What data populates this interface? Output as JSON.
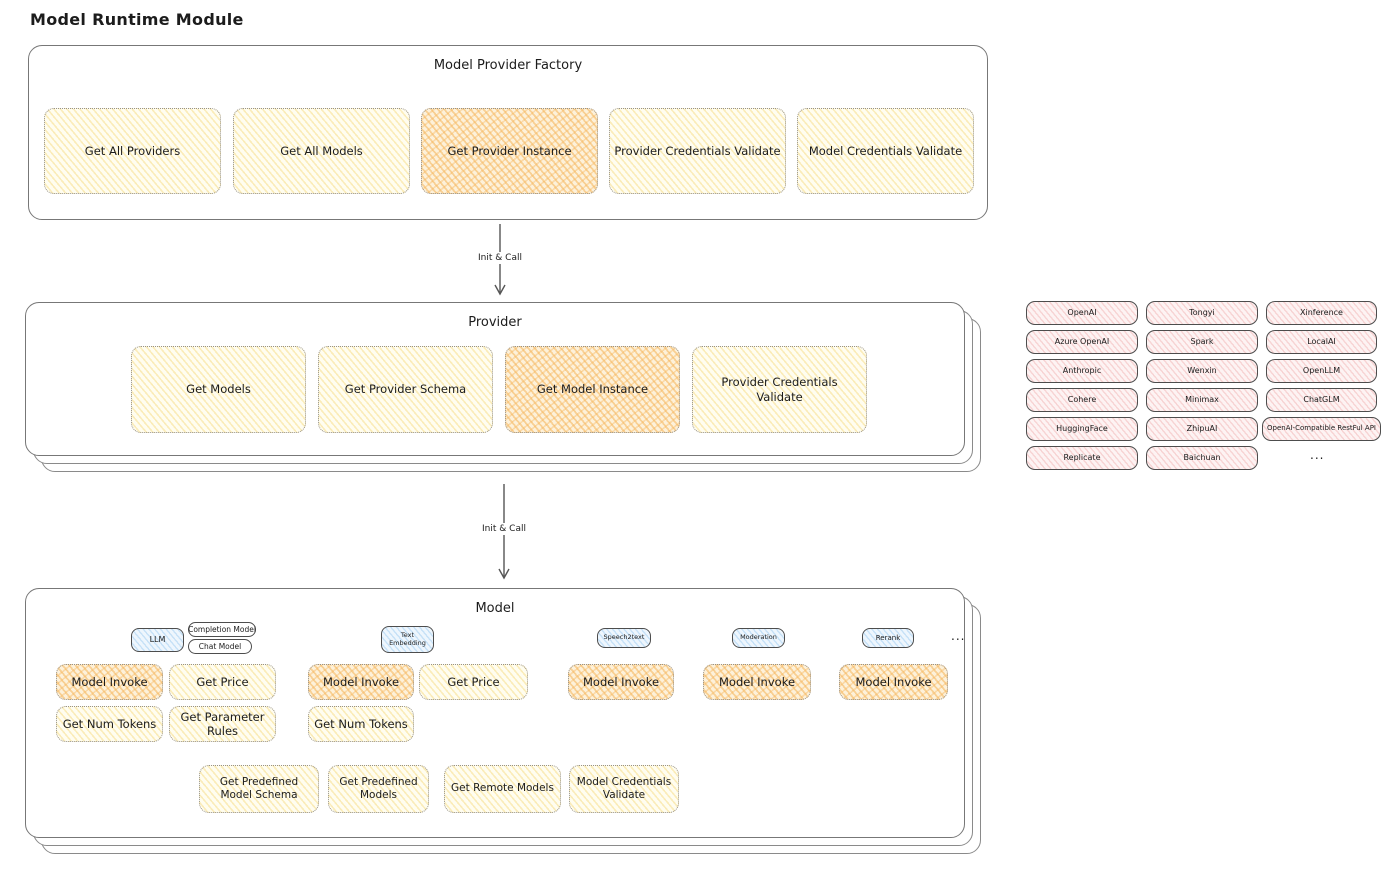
{
  "title": "Model Runtime Module",
  "colors": {
    "yellow": "#fff9db",
    "orange": "#ffd8a8",
    "pink": "#ffe3e3",
    "blue": "#d0ebff",
    "ink": "#1c1c1c"
  },
  "flow": {
    "arrow1_label": "Init & Call",
    "arrow2_label": "Init & Call"
  },
  "factory": {
    "title": "Model Provider Factory",
    "items": [
      {
        "label": "Get All Providers",
        "highlighted": false
      },
      {
        "label": "Get All Models",
        "highlighted": false
      },
      {
        "label": "Get Provider Instance",
        "highlighted": true
      },
      {
        "label": "Provider Credentials Validate",
        "highlighted": false
      },
      {
        "label": "Model Credentials Validate",
        "highlighted": false
      }
    ]
  },
  "provider": {
    "title": "Provider",
    "items": [
      {
        "label": "Get Models",
        "highlighted": false
      },
      {
        "label": "Get Provider Schema",
        "highlighted": false
      },
      {
        "label": "Get Model Instance",
        "highlighted": true
      },
      {
        "label": "Provider Credentials Validate",
        "highlighted": false
      }
    ]
  },
  "providers_grid": {
    "columns": [
      [
        "OpenAI",
        "Azure OpenAI",
        "Anthropic",
        "Cohere",
        "HuggingFace",
        "Replicate"
      ],
      [
        "Tongyi",
        "Spark",
        "Wenxin",
        "Minimax",
        "ZhipuAI",
        "Baichuan"
      ],
      [
        "Xinference",
        "LocalAI",
        "OpenLLM",
        "ChatGLM",
        "OpenAI-Compatible RestFul API"
      ]
    ],
    "ellipsis": "..."
  },
  "model": {
    "title": "Model",
    "tabs": [
      {
        "label": "LLM"
      },
      {
        "label": "Completion Model"
      },
      {
        "label": "Chat Model"
      },
      {
        "label": "Text Embedding"
      },
      {
        "label": "Speech2text"
      },
      {
        "label": "Moderation"
      },
      {
        "label": "Rerank"
      }
    ],
    "ellipsis": "...",
    "actions_row1": [
      {
        "label": "Model Invoke",
        "highlighted": true
      },
      {
        "label": "Get Price",
        "highlighted": false
      },
      {
        "label": "Model Invoke",
        "highlighted": true
      },
      {
        "label": "Get Price",
        "highlighted": false
      },
      {
        "label": "Model Invoke",
        "highlighted": true
      },
      {
        "label": "Model Invoke",
        "highlighted": true
      },
      {
        "label": "Model Invoke",
        "highlighted": true
      }
    ],
    "actions_row2": [
      {
        "label": "Get Num Tokens"
      },
      {
        "label": "Get Parameter Rules"
      },
      {
        "label": "Get Num Tokens"
      }
    ],
    "bottom_actions": [
      {
        "label": "Get Predefined Model Schema"
      },
      {
        "label": "Get Predefined Models"
      },
      {
        "label": "Get Remote Models"
      },
      {
        "label": "Model Credentials Validate"
      }
    ]
  }
}
